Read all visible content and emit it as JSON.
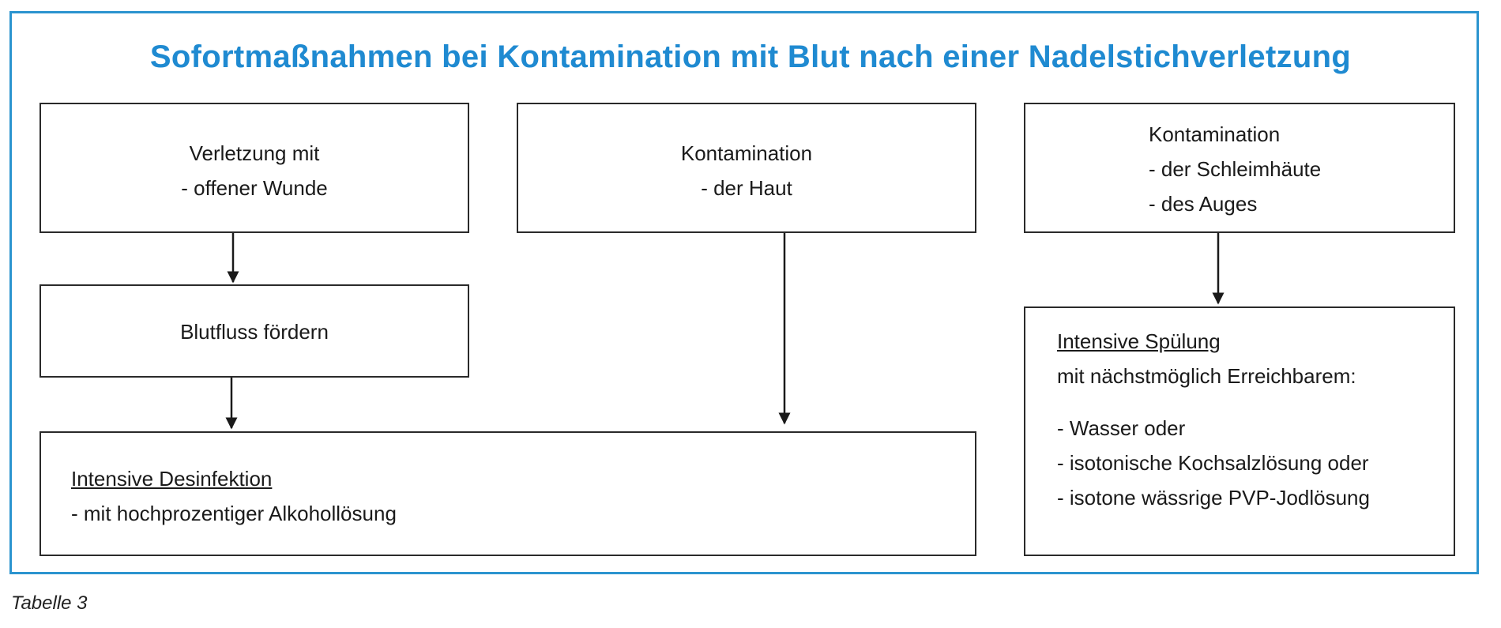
{
  "title": "Sofortmaßnahmen bei Kontamination mit Blut nach einer Nadelstichverletzung",
  "nodes": {
    "wound": {
      "line1": "Verletzung mit",
      "line2": "- offener Wunde"
    },
    "skin": {
      "line1": "Kontamination",
      "line2": "- der Haut"
    },
    "mucosa": {
      "line1": "Kontamination",
      "line2": "- der Schleimhäute",
      "line3": "- des Auges"
    },
    "bloodflow": {
      "label": "Blutfluss fördern"
    },
    "disinfection": {
      "heading": "Intensive Desinfektion",
      "line1": "- mit hochprozentiger Alkohollösung"
    },
    "rinsing": {
      "heading": "Intensive Spülung",
      "line1": "mit nächstmöglich Erreichbarem:",
      "items": [
        "- Wasser oder",
        "- isotonische Kochsalzlösung oder",
        "- isotone wässrige PVP-Jodlösung"
      ]
    }
  },
  "caption": "Tabelle 3"
}
